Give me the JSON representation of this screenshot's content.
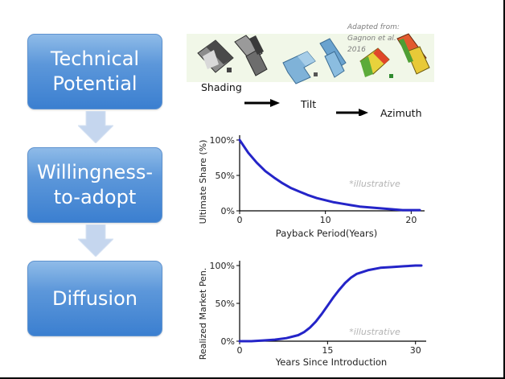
{
  "steps": [
    {
      "label": "Technical\nPotential"
    },
    {
      "label": "Willingness-\nto-adopt"
    },
    {
      "label": "Diffusion"
    }
  ],
  "top_panel": {
    "credit": "Adapted from:\nGagnon et al.\n2016",
    "captions": [
      "Shading",
      "Tilt",
      "Azimuth"
    ]
  },
  "colors": {
    "box_top": "#8fbbe8",
    "box_bottom": "#3b7fd0",
    "connector_arrow": "#c5d6ee",
    "curve": "#2424c8",
    "axis": "#000000"
  },
  "chart_data": [
    {
      "type": "line",
      "title": "",
      "xlabel": "Payback Period(Years)",
      "ylabel": "Ultimate Share (%)",
      "xlim": [
        0,
        21
      ],
      "ylim": [
        0,
        100
      ],
      "xticks": [
        0,
        10,
        20
      ],
      "ytick_labels": [
        "0%",
        "50%",
        "100%"
      ],
      "annotation": "*illustrative",
      "grid": false,
      "series": [
        {
          "x": [
            0,
            1,
            2,
            3,
            4,
            5,
            6,
            7,
            8,
            9,
            10,
            11,
            12,
            13,
            14,
            15,
            16,
            17,
            18,
            19,
            20,
            21
          ],
          "y": [
            100,
            82,
            68,
            56,
            47,
            39,
            32,
            27,
            22,
            18,
            15,
            12,
            10,
            8,
            6,
            5,
            4,
            3,
            2,
            1,
            1,
            1
          ]
        }
      ]
    },
    {
      "type": "line",
      "title": "",
      "xlabel": "Years Since Introduction",
      "ylabel": "Realized Market Pen.",
      "xlim": [
        0,
        31
      ],
      "ylim": [
        0,
        100
      ],
      "xticks": [
        0,
        15,
        30
      ],
      "ytick_labels": [
        "0%",
        "50%",
        "100%"
      ],
      "annotation": "*illustrative",
      "grid": false,
      "series": [
        {
          "x": [
            0,
            2,
            4,
            6,
            8,
            10,
            11,
            12,
            13,
            14,
            15,
            16,
            17,
            18,
            19,
            20,
            22,
            24,
            26,
            28,
            30,
            31
          ],
          "y": [
            0,
            0,
            1,
            2,
            4,
            8,
            12,
            18,
            26,
            36,
            47,
            58,
            68,
            77,
            84,
            89,
            94,
            97,
            98,
            99,
            100,
            100
          ]
        }
      ]
    }
  ]
}
